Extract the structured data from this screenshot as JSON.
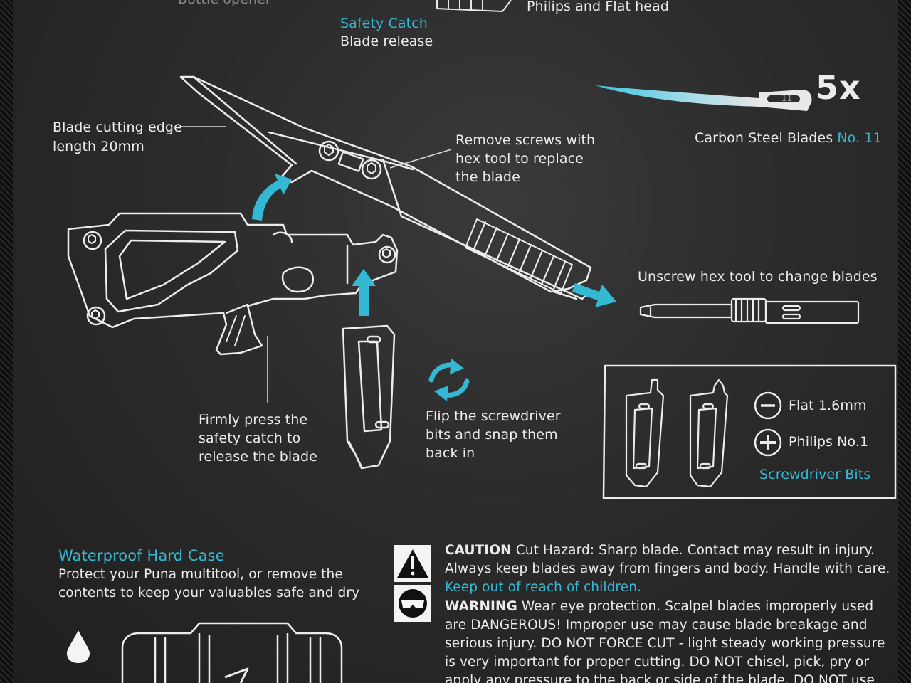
{
  "top": {
    "cropped_left": "Bottle opener",
    "safety_catch": "Safety Catch",
    "blade_release": "Blade release",
    "philips_flat": "Philips and Flat head"
  },
  "blades": {
    "count": "5x",
    "blade_number_mark": "11",
    "label": "Carbon Steel Blades",
    "label_accent": "No. 11"
  },
  "instructions": {
    "cutting_edge_1": "Blade cutting edge",
    "cutting_edge_2": "length 20mm",
    "remove_screws_1": "Remove screws with",
    "remove_screws_2": "hex tool to replace",
    "remove_screws_3": "the blade",
    "unscrew_hex": "Unscrew hex tool to change blades",
    "press_catch_1": "Firmly press the",
    "press_catch_2": "safety catch to",
    "press_catch_3": "release the blade",
    "flip_bits_1": "Flip the screwdriver",
    "flip_bits_2": "bits and snap them",
    "flip_bits_3": "back in"
  },
  "bits_panel": {
    "flat": "Flat 1.6mm",
    "philips": "Philips No.1",
    "title": "Screwdriver Bits"
  },
  "case": {
    "title": "Waterproof Hard Case",
    "line1": "Protect your Puna multitool, or remove the",
    "line2": "contents to keep your valuables safe and dry"
  },
  "warnings": {
    "caution_label": "CAUTION",
    "caution_text": "Cut Hazard: Sharp blade. Contact may result in injury.",
    "caution_line2": "Always keep blades away from fingers and body. Handle with care.",
    "children": "Keep out of reach of children.",
    "warning_label": "WARNING",
    "warning_text": "Wear eye protection.  Scalpel blades improperly used",
    "line2": "are DANGEROUS! Improper use may cause blade breakage and",
    "line3": "serious injury. DO NOT FORCE CUT - light steady working pressure",
    "line4": "is very important for proper cutting. DO NOT chisel, pick, pry or",
    "line5": "apply any pressure to the back or side of the blade. DO NOT use"
  },
  "colors": {
    "accent": "#34b9d4",
    "background": "#2b2b2b",
    "text": "#ececec"
  }
}
